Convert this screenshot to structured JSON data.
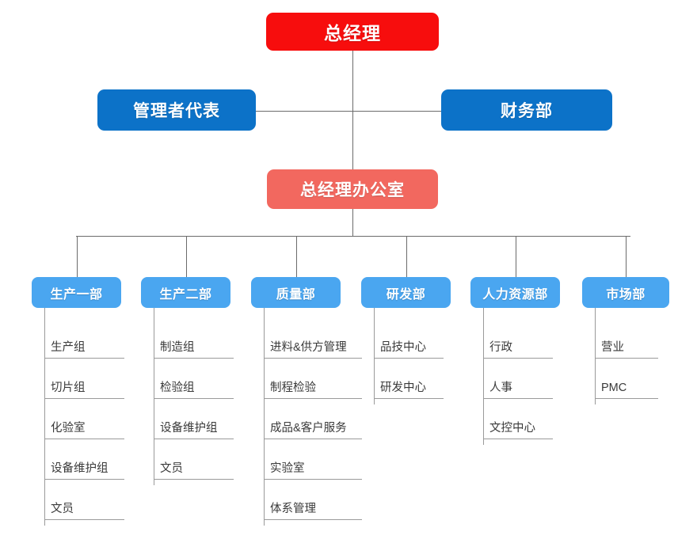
{
  "diagram": {
    "title_node": {
      "label": "总经理",
      "color": "#f70d0d"
    },
    "staff_nodes": [
      {
        "label": "管理者代表",
        "color": "#0c72c8"
      },
      {
        "label": "财务部",
        "color": "#0c72c8"
      }
    ],
    "office_node": {
      "label": "总经理办公室",
      "color": "#f2685f"
    },
    "departments": [
      {
        "label": "生产一部",
        "color": "#4aa6f0",
        "items": [
          "生产组",
          "切片组",
          "化验室",
          "设备维护组",
          "文员"
        ]
      },
      {
        "label": "生产二部",
        "color": "#4aa6f0",
        "items": [
          "制造组",
          "检验组",
          "设备维护组",
          "文员"
        ]
      },
      {
        "label": "质量部",
        "color": "#4aa6f0",
        "items": [
          "进料&供方管理",
          "制程检验",
          "成品&客户服务",
          "实验室",
          "体系管理"
        ]
      },
      {
        "label": "研发部",
        "color": "#4aa6f0",
        "items": [
          "品技中心",
          "研发中心"
        ]
      },
      {
        "label": "人力资源部",
        "color": "#4aa6f0",
        "items": [
          "行政",
          "人事",
          "文控中心"
        ]
      },
      {
        "label": "市场部",
        "color": "#4aa6f0",
        "items": [
          "营业",
          "PMC"
        ]
      }
    ]
  }
}
